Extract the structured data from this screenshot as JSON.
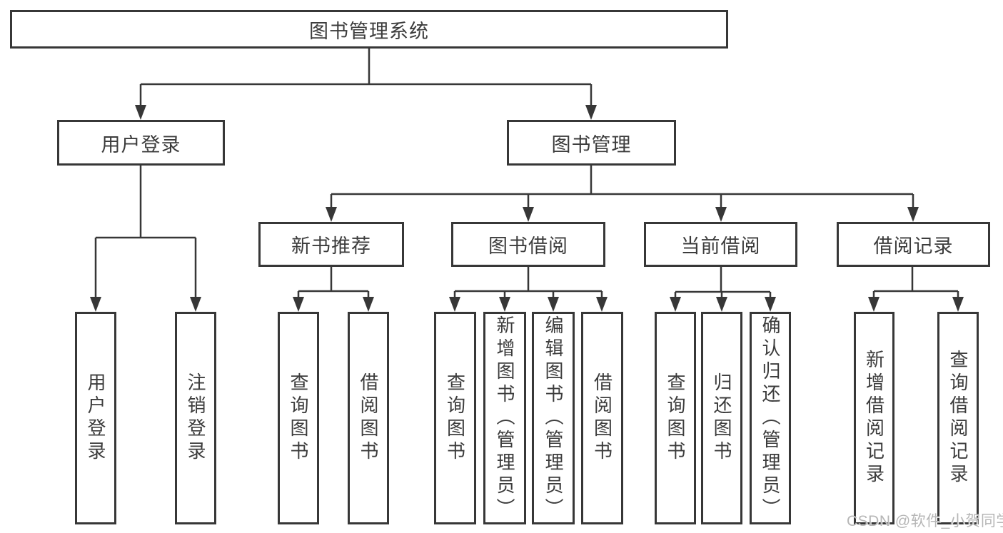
{
  "diagram": {
    "type": "hierarchy-tree",
    "title": "图书管理系统",
    "colors": {
      "line": "#373737",
      "box_border": "#373737",
      "text": "#3c3c3c",
      "background": "#ffffff",
      "watermark": "#b6b6b6"
    },
    "nodes": [
      {
        "id": "root",
        "label": "图书管理系统",
        "level": 0
      },
      {
        "id": "user-login",
        "label": "用户登录",
        "level": 1
      },
      {
        "id": "book-management",
        "label": "图书管理",
        "level": 1
      },
      {
        "id": "new-book-recommend",
        "label": "新书推荐",
        "level": 2
      },
      {
        "id": "book-borrowing",
        "label": "图书借阅",
        "level": 2
      },
      {
        "id": "current-borrowing",
        "label": "当前借阅",
        "level": 2
      },
      {
        "id": "borrowing-records",
        "label": "借阅记录",
        "level": 2
      },
      {
        "id": "leaf-user-login",
        "label": "用户登录",
        "level": 3
      },
      {
        "id": "leaf-logout",
        "label": "注销登录",
        "level": 3
      },
      {
        "id": "leaf-query-books-1",
        "label": "查询图书",
        "level": 3
      },
      {
        "id": "leaf-borrow-books-1",
        "label": "借阅图书",
        "level": 3
      },
      {
        "id": "leaf-query-books-2",
        "label": "查询图书",
        "level": 3
      },
      {
        "id": "leaf-add-books",
        "label": "新增图书（管理员）",
        "level": 3
      },
      {
        "id": "leaf-edit-books",
        "label": "编辑图书（管理员）",
        "level": 3
      },
      {
        "id": "leaf-borrow-books-2",
        "label": "借阅图书",
        "level": 3
      },
      {
        "id": "leaf-query-books-3",
        "label": "查询图书",
        "level": 3
      },
      {
        "id": "leaf-return-books",
        "label": "归还图书",
        "level": 3
      },
      {
        "id": "leaf-confirm-return",
        "label": "确认归还（管理员）",
        "level": 3
      },
      {
        "id": "leaf-add-borrow-record",
        "label": "新增借阅记录",
        "level": 3
      },
      {
        "id": "leaf-query-borrow-record",
        "label": "查询借阅记录",
        "level": 3
      }
    ],
    "structure": {
      "图书管理系统": [
        "用户登录",
        "图书管理"
      ],
      "用户登录": [
        "用户登录",
        "注销登录"
      ],
      "图书管理": [
        "新书推荐",
        "图书借阅",
        "当前借阅",
        "借阅记录"
      ],
      "新书推荐": [
        "查询图书",
        "借阅图书"
      ],
      "图书借阅": [
        "查询图书",
        "新增图书（管理员）",
        "编辑图书（管理员）",
        "借阅图书"
      ],
      "当前借阅": [
        "查询图书",
        "归还图书",
        "确认归还（管理员）"
      ],
      "借阅记录": [
        "新增借阅记录",
        "查询借阅记录"
      ]
    },
    "watermark": "CSDN @软件_小贺同学"
  }
}
